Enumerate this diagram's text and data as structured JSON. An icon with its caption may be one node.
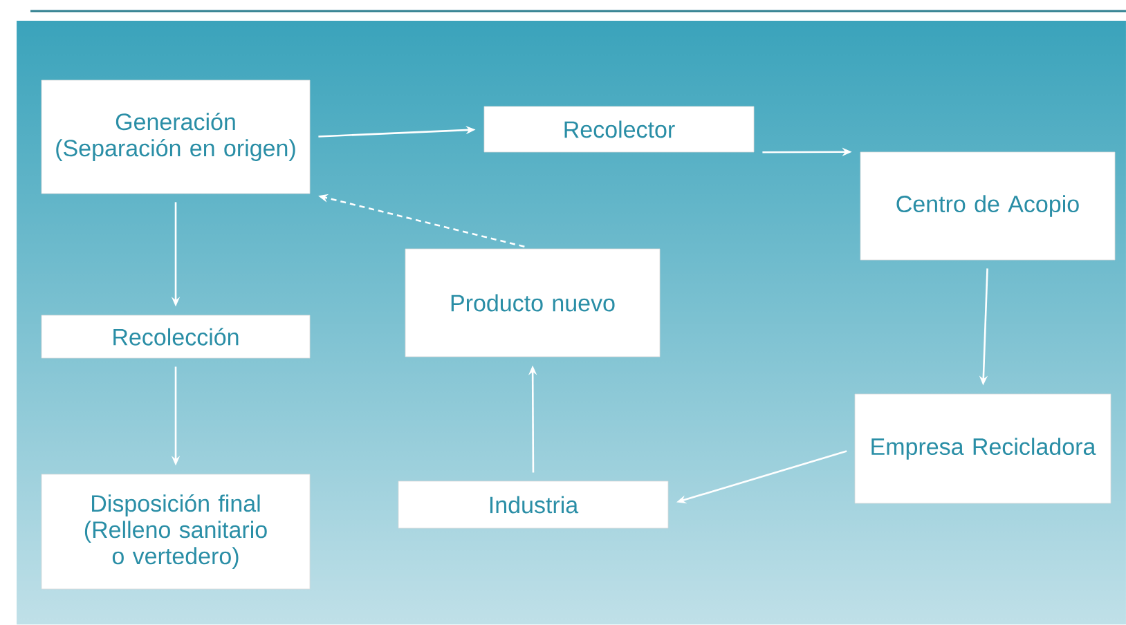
{
  "diagram": {
    "nodes": [
      {
        "text": [
          "Generación (Separación en origen)"
        ]
      },
      {
        "text": [
          "Recolector"
        ]
      },
      {
        "text": [
          "Centro de Acopio"
        ]
      },
      {
        "text": [
          "Recolección"
        ]
      },
      {
        "text": [
          "Producto nuevo"
        ]
      },
      {
        "text": [
          "Empresa Recicladora"
        ]
      },
      {
        "text": [
          "Disposición final (Relleno sanitario o vertedero)"
        ]
      },
      {
        "text": [
          "Industria"
        ]
      }
    ],
    "edges": [
      {
        "from": 0,
        "to": 1,
        "arrow": "to"
      },
      {
        "from": 1,
        "to": 2,
        "arrow": "to"
      },
      {
        "from": 2,
        "to": 5,
        "arrow": "to"
      },
      {
        "from": 5,
        "to": 7,
        "arrow": "to"
      },
      {
        "from": 7,
        "to": 4,
        "arrow": "to"
      },
      {
        "from": 4,
        "to": 0,
        "arrow": "to",
        "style": "dashed"
      },
      {
        "from": 0,
        "to": 3,
        "arrow": "to"
      },
      {
        "from": 3,
        "to": 6,
        "arrow": "to"
      }
    ]
  }
}
